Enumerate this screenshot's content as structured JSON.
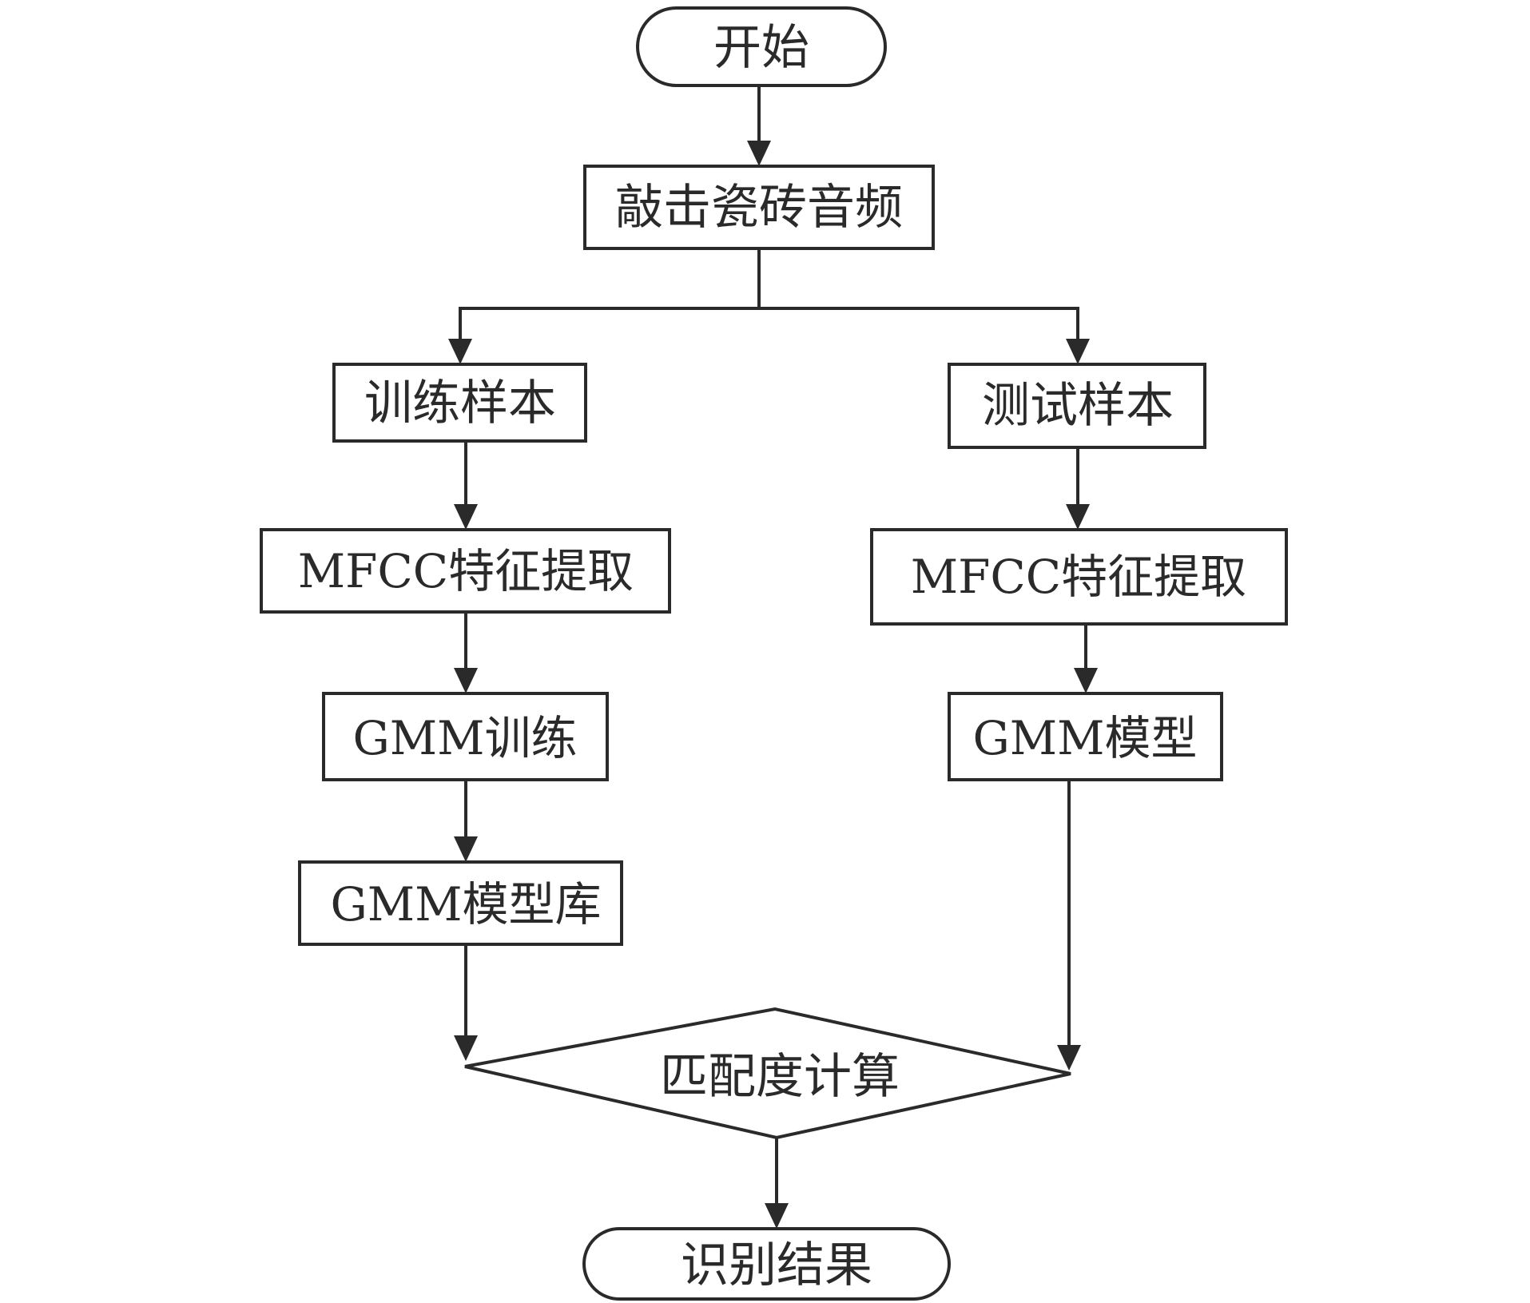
{
  "diagram": {
    "type": "flowchart",
    "nodes": {
      "start": "开始",
      "audio": "敲击瓷砖音频",
      "train_samples": "训练样本",
      "test_samples": "测试样本",
      "mfcc_train": "MFCC特征提取",
      "mfcc_test": "MFCC特征提取",
      "gmm_train": "GMM训练",
      "gmm_model": "GMM模型",
      "gmm_library": "GMM模型库",
      "match": "匹配度计算",
      "result": "识别结果"
    },
    "edges": [
      {
        "from": "start",
        "to": "audio"
      },
      {
        "from": "audio",
        "to": "train_samples"
      },
      {
        "from": "audio",
        "to": "test_samples"
      },
      {
        "from": "train_samples",
        "to": "mfcc_train"
      },
      {
        "from": "mfcc_train",
        "to": "gmm_train"
      },
      {
        "from": "gmm_train",
        "to": "gmm_library"
      },
      {
        "from": "gmm_library",
        "to": "match"
      },
      {
        "from": "test_samples",
        "to": "mfcc_test"
      },
      {
        "from": "mfcc_test",
        "to": "gmm_model"
      },
      {
        "from": "gmm_model",
        "to": "match"
      },
      {
        "from": "match",
        "to": "result"
      }
    ]
  }
}
